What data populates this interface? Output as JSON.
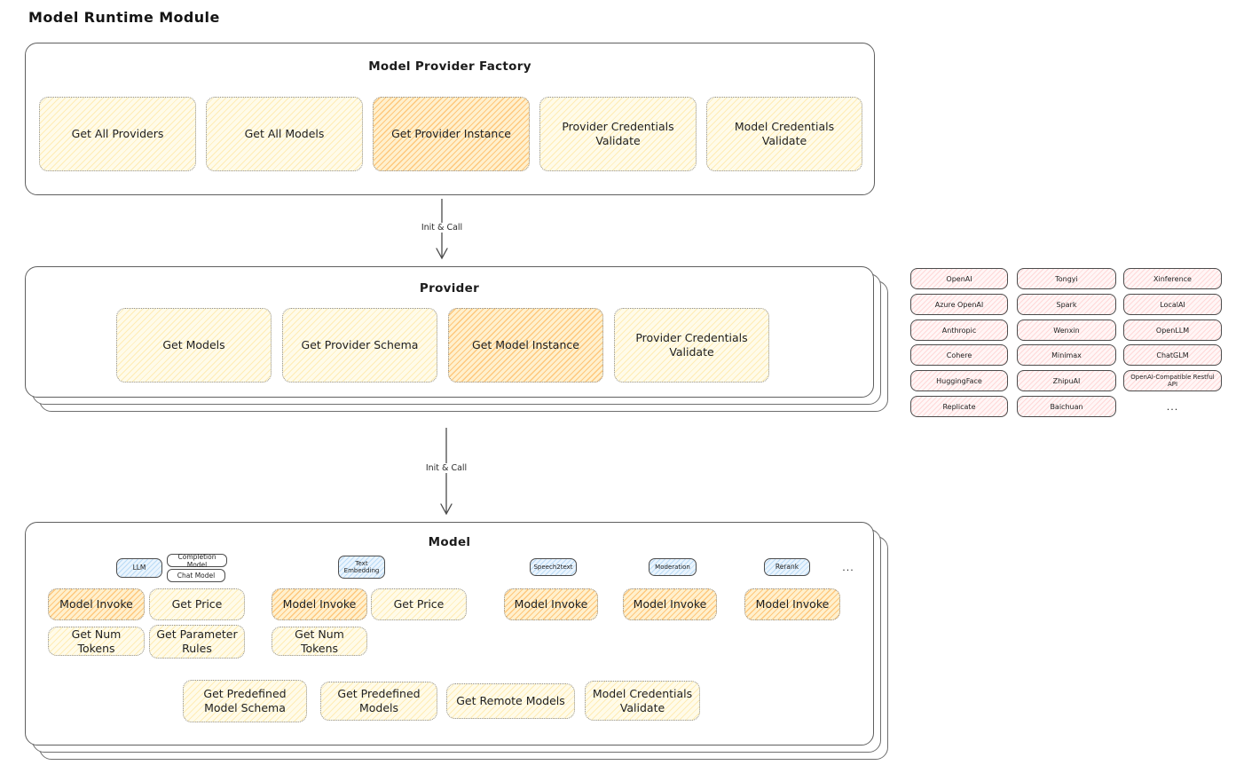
{
  "page": {
    "title": "Model Runtime Module"
  },
  "colors": {
    "action_box_fill": "#fffbe9",
    "action_box_highlight": "#ffe2a8",
    "provider_pill_fill": "#ffecec",
    "model_type_tag_fill": "#d9ecfb",
    "container_border": "#5f5f5f"
  },
  "factory": {
    "title": "Model Provider Factory",
    "boxes": [
      {
        "label": "Get All Providers",
        "highlight": false
      },
      {
        "label": "Get All Models",
        "highlight": false
      },
      {
        "label": "Get Provider Instance",
        "highlight": true
      },
      {
        "label": "Provider Credentials Validate",
        "highlight": false
      },
      {
        "label": "Model Credentials Validate",
        "highlight": false
      }
    ]
  },
  "flow": {
    "arrow1_label": "Init & Call",
    "arrow2_label": "Init & Call"
  },
  "provider": {
    "title": "Provider",
    "boxes": [
      {
        "label": "Get Models",
        "highlight": false
      },
      {
        "label": "Get Provider Schema",
        "highlight": false
      },
      {
        "label": "Get Model Instance",
        "highlight": true
      },
      {
        "label": "Provider Credentials Validate",
        "highlight": false
      }
    ]
  },
  "providers": {
    "rows": [
      [
        "OpenAI",
        "Tongyi",
        "Xinference"
      ],
      [
        "Azure OpenAI",
        "Spark",
        "LocalAI"
      ],
      [
        "Anthropic",
        "Wenxin",
        "OpenLLM"
      ],
      [
        "Cohere",
        "Minimax",
        "ChatGLM"
      ],
      [
        "HuggingFace",
        "ZhipuAI",
        "OpenAI-Compatible Restful API"
      ],
      [
        "Replicate",
        "Baichuan",
        "..."
      ]
    ]
  },
  "model": {
    "title": "Model",
    "columns": [
      {
        "tag": "LLM",
        "subtags": [
          "Completion Model",
          "Chat Model"
        ],
        "row1": [
          "Model Invoke",
          "Get Price"
        ],
        "row2": [
          "Get Num Tokens",
          "Get Parameter Rules"
        ]
      },
      {
        "tag": "Text Embedding",
        "row1": [
          "Model Invoke",
          "Get Price"
        ],
        "row2": [
          "Get Num Tokens"
        ]
      },
      {
        "tag": "Speech2text",
        "row1": [
          "Model Invoke"
        ]
      },
      {
        "tag": "Moderation",
        "row1": [
          "Model Invoke"
        ]
      },
      {
        "tag": "Rerank",
        "row1": [
          "Model Invoke"
        ]
      }
    ],
    "more": "...",
    "bottom": [
      "Get Predefined Model Schema",
      "Get Predefined Models",
      "Get Remote Models",
      "Model Credentials Validate"
    ]
  }
}
